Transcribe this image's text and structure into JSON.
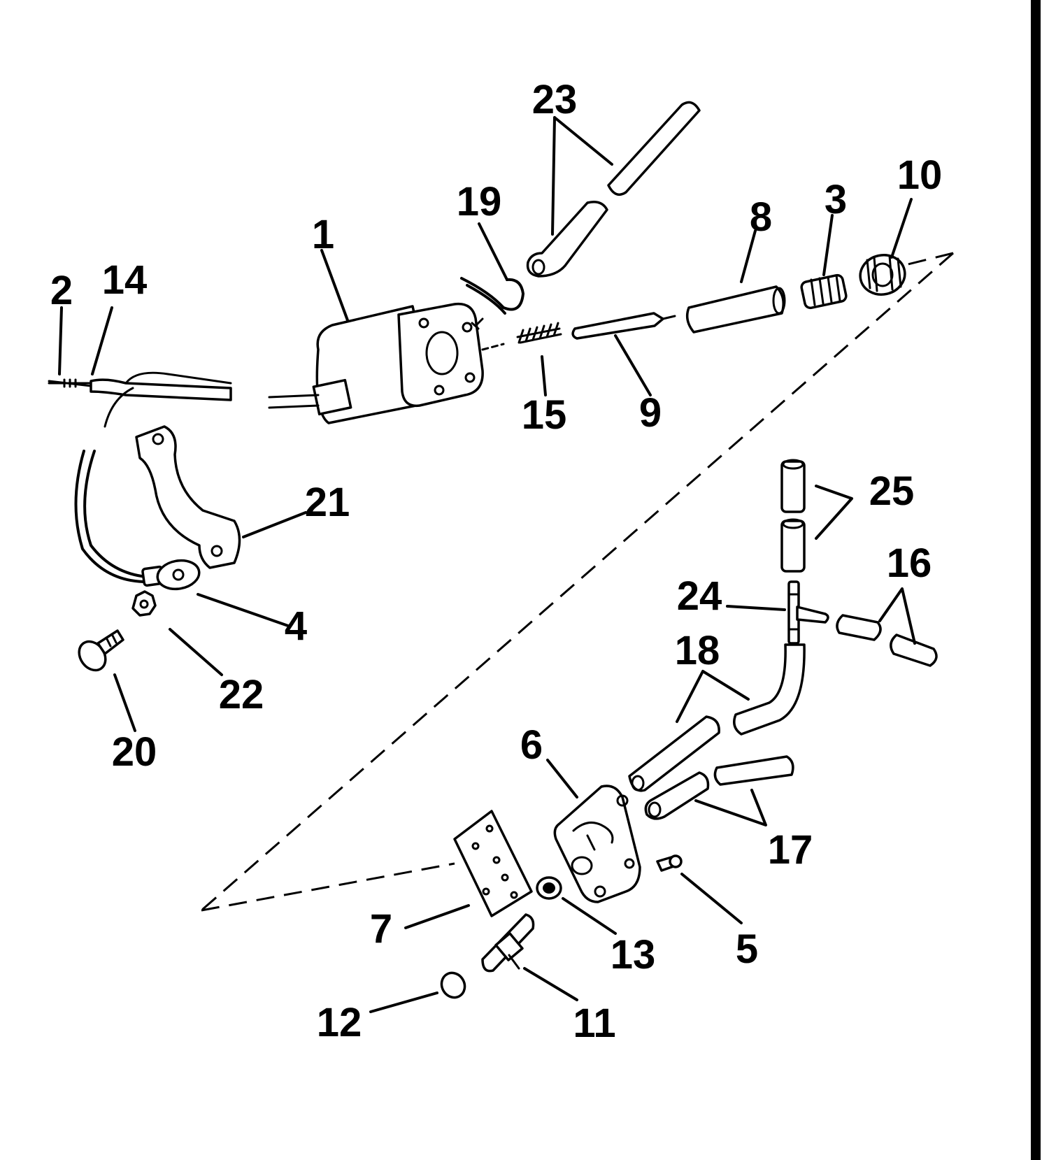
{
  "parts": {
    "1": "1",
    "2": "2",
    "3": "3",
    "4": "4",
    "5": "5",
    "6": "6",
    "7": "7",
    "8": "8",
    "9": "9",
    "10": "10",
    "11": "11",
    "12": "12",
    "13": "13",
    "14": "14",
    "15": "15",
    "16": "16",
    "17": "17",
    "18": "18",
    "19": "19",
    "20": "20",
    "21": "21",
    "22": "22",
    "23": "23",
    "24": "24",
    "25": "25"
  },
  "colors": {
    "ink": "#000000",
    "paper": "#ffffff"
  }
}
